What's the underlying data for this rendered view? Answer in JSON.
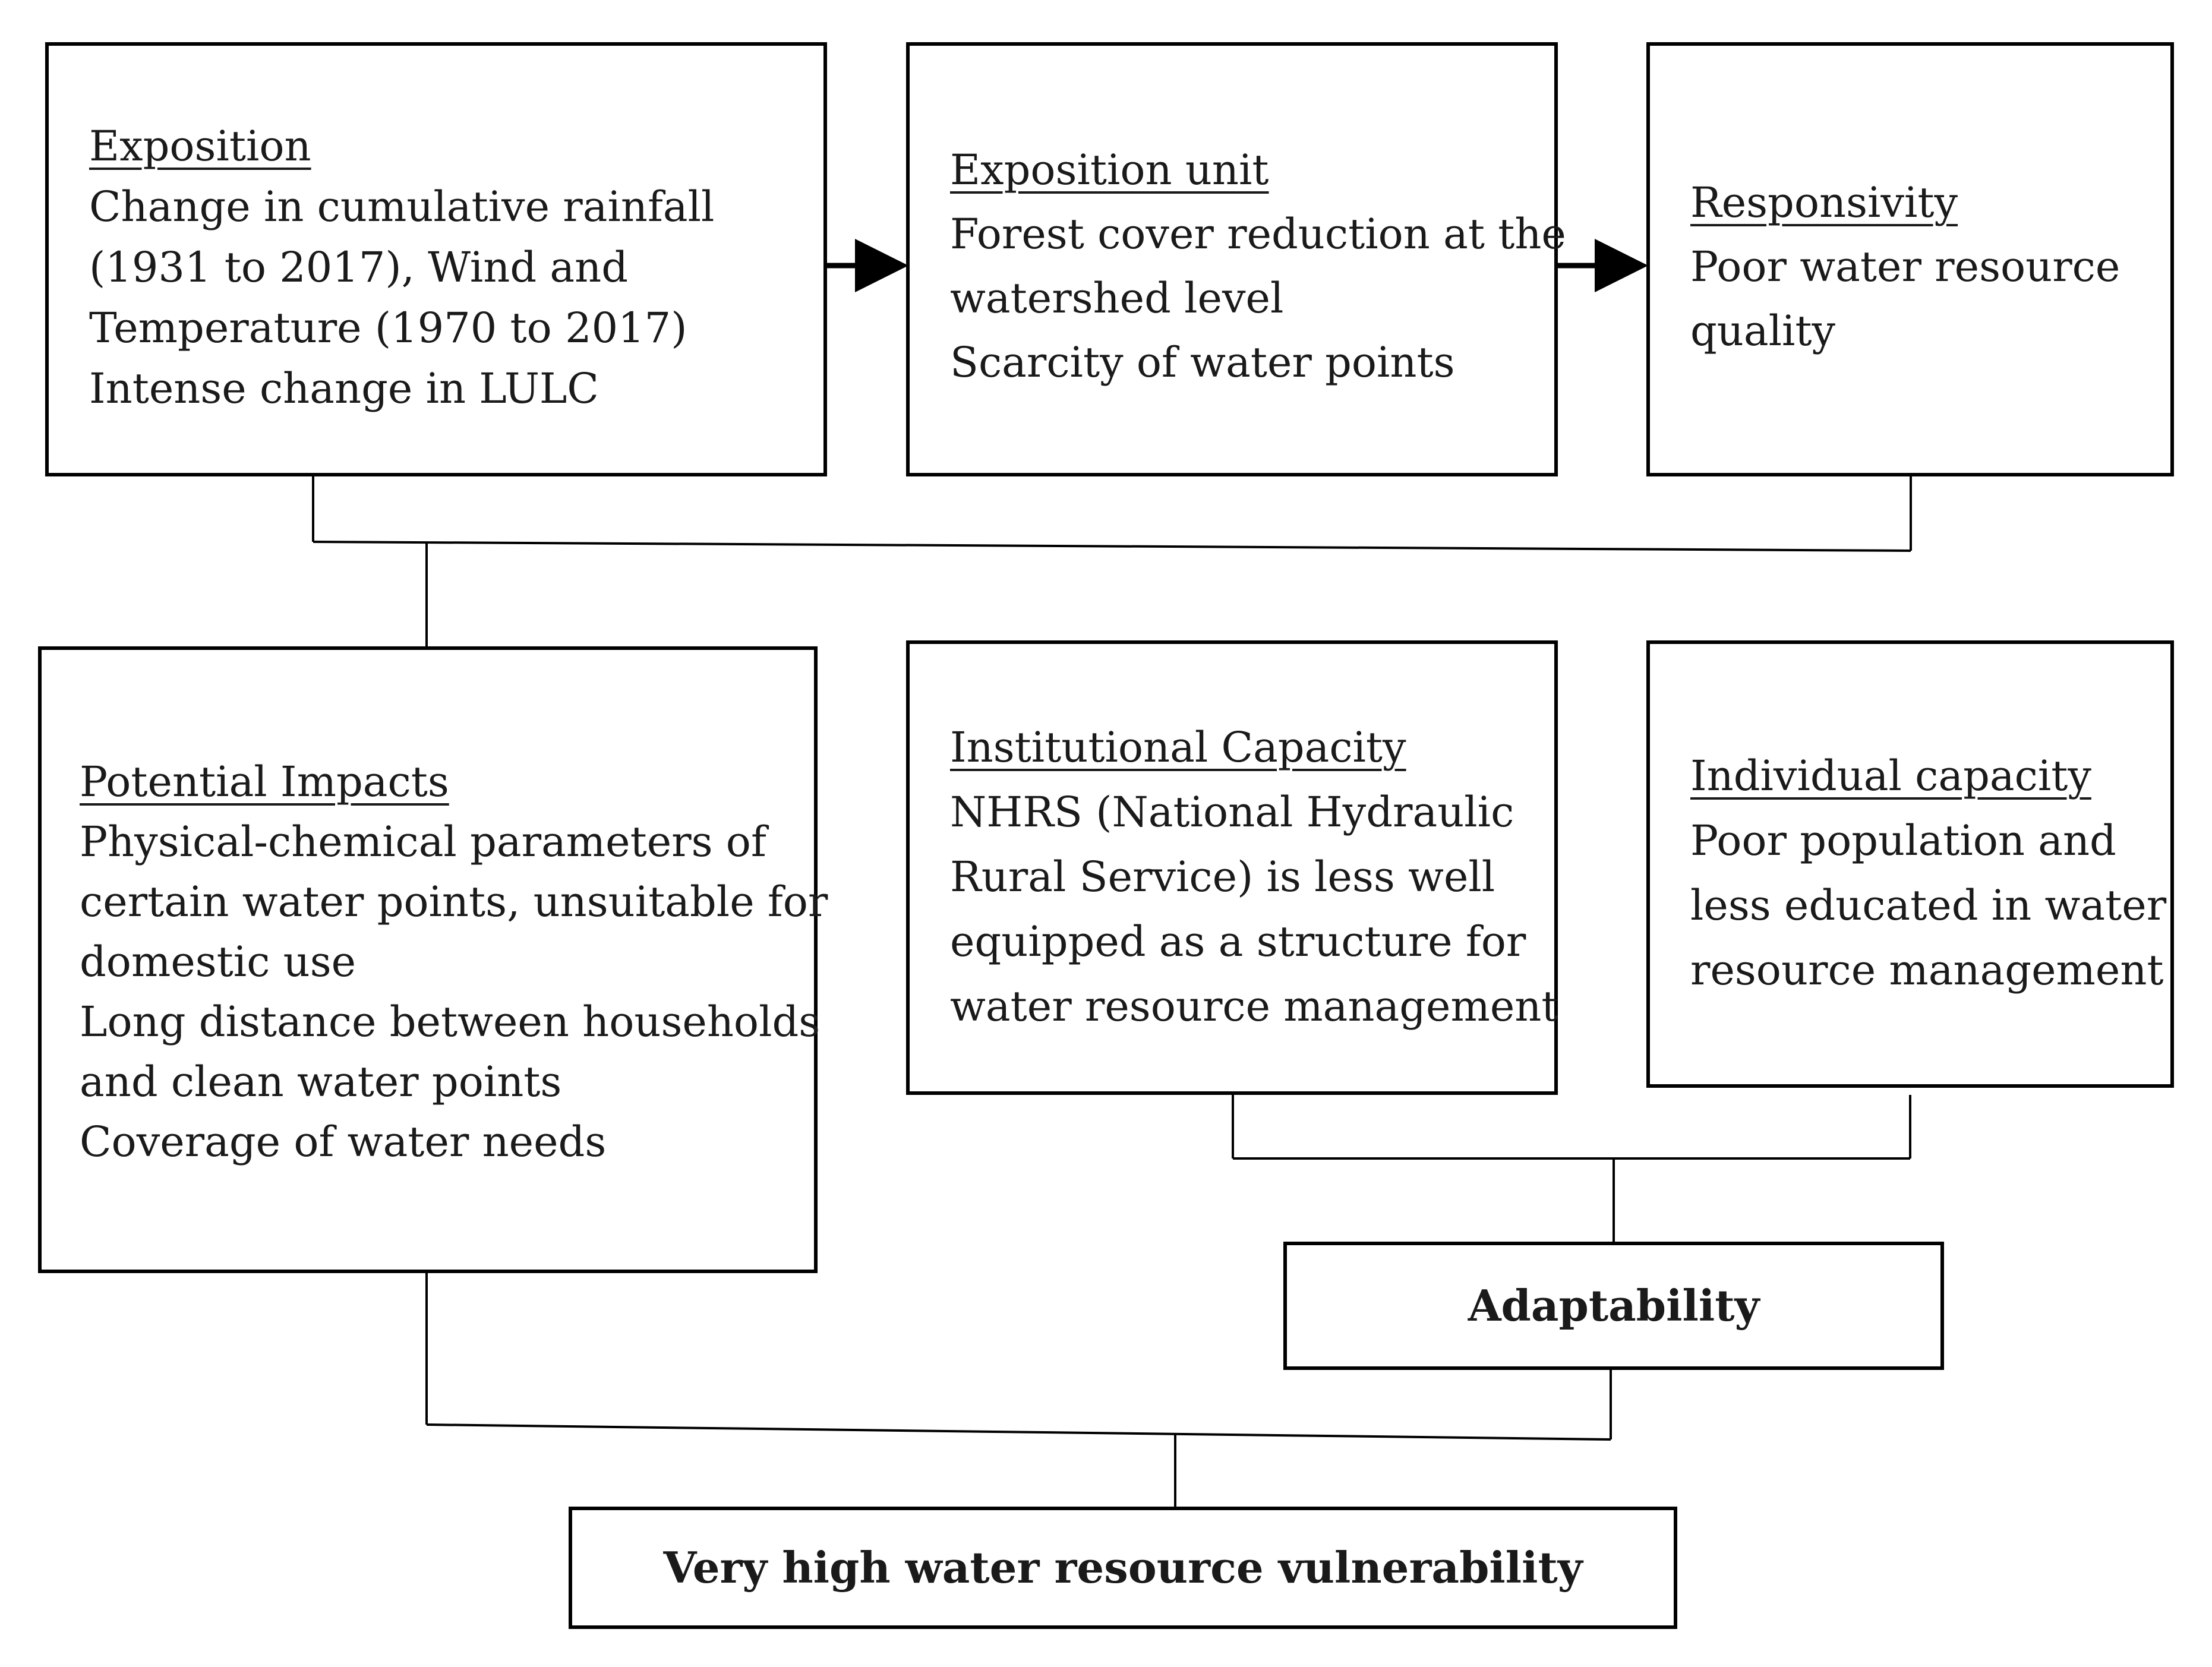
{
  "nodes": {
    "exposition": {
      "heading": "Exposition",
      "lines": [
        "Change in cumulative rainfall",
        "(1931 to 2017), Wind and",
        "Temperature (1970 to 2017)",
        "Intense change in LULC"
      ]
    },
    "exposition_unit": {
      "heading": "Exposition unit",
      "lines": [
        "Forest cover reduction at the",
        "watershed level",
        "Scarcity of water points"
      ]
    },
    "responsivity": {
      "heading": "Responsivity",
      "lines": [
        "Poor water resource",
        "quality"
      ]
    },
    "potential_impacts": {
      "heading": "Potential Impacts",
      "lines": [
        "Physical-chemical parameters of",
        "certain water points, unsuitable for",
        "domestic use",
        "Long distance between households",
        "and clean water points",
        "Coverage of water needs"
      ]
    },
    "institutional_capacity": {
      "heading": "Institutional Capacity",
      "lines": [
        "NHRS (National Hydraulic",
        "Rural Service) is less well",
        "equipped as a structure for",
        "water resource management"
      ]
    },
    "individual_capacity": {
      "heading": "Individual capacity",
      "lines": [
        "Poor population and",
        "less educated in water",
        "resource management"
      ]
    },
    "adaptability": {
      "label": "Adaptability"
    },
    "vulnerability": {
      "label": "Very high water resource vulnerability"
    }
  }
}
